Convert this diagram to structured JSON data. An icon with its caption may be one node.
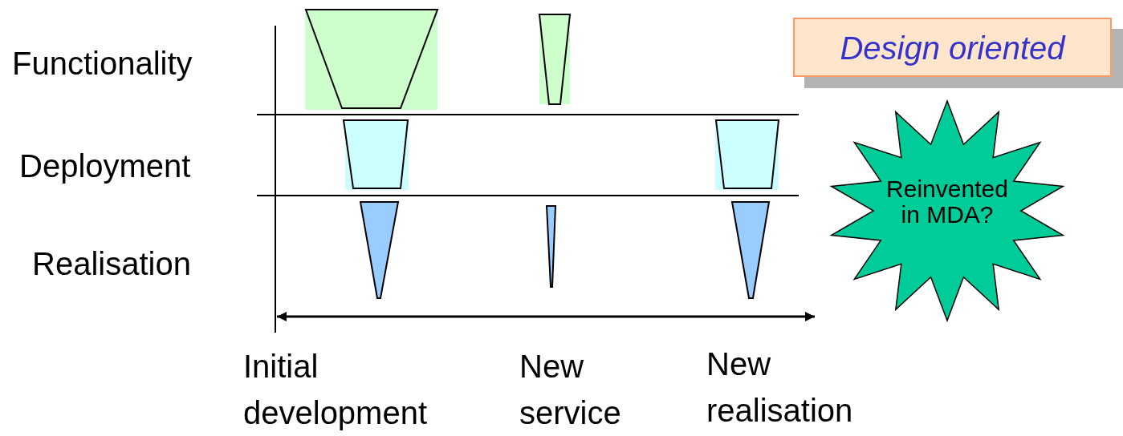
{
  "diagram": {
    "nodes": [
      {
        "text": [
          "Design oriented"
        ]
      },
      {
        "text": [
          "Reinvented in MDA?"
        ]
      }
    ],
    "labels": [
      "Functionality",
      "Deployment",
      "Realisation",
      "Initial development",
      "New service",
      "New realisation"
    ]
  }
}
